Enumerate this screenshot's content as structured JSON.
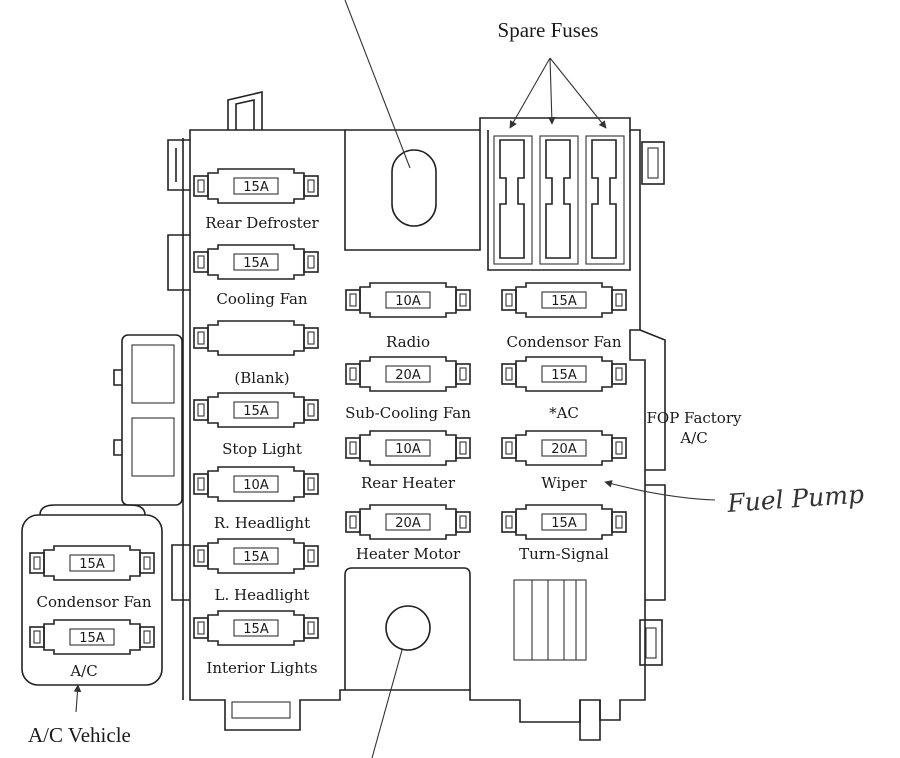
{
  "spare_label": "Spare Fuses",
  "fuel_pump_note": "Fuel Pump",
  "vehicle_label": "A/C Vehicle",
  "fop_label": "FOP Factory",
  "fop_sub": "A/C",
  "left_fuses": [
    {
      "amp": "15A",
      "label": "Rear Defroster"
    },
    {
      "amp": "15A",
      "label": "Cooling Fan"
    },
    {
      "amp": "",
      "label": "(Blank)"
    },
    {
      "amp": "15A",
      "label": "Stop Light"
    },
    {
      "amp": "10A",
      "label": "R. Headlight"
    },
    {
      "amp": "15A",
      "label": "L. Headlight"
    },
    {
      "amp": "15A",
      "label": "Interior Lights"
    }
  ],
  "mid_fuses": [
    {
      "amp": "10A",
      "label": "Radio"
    },
    {
      "amp": "20A",
      "label": "Sub-Cooling Fan"
    },
    {
      "amp": "10A",
      "label": "Rear Heater"
    },
    {
      "amp": "20A",
      "label": "Heater Motor"
    }
  ],
  "right_fuses": [
    {
      "amp": "15A",
      "label": "Condensor Fan"
    },
    {
      "amp": "15A",
      "label": "*AC"
    },
    {
      "amp": "20A",
      "label": "Wiper"
    },
    {
      "amp": "15A",
      "label": "Turn-Signal"
    }
  ],
  "ac_fuses": [
    {
      "amp": "15A",
      "label": "Condensor Fan"
    },
    {
      "amp": "15A",
      "label": "A/C"
    }
  ]
}
